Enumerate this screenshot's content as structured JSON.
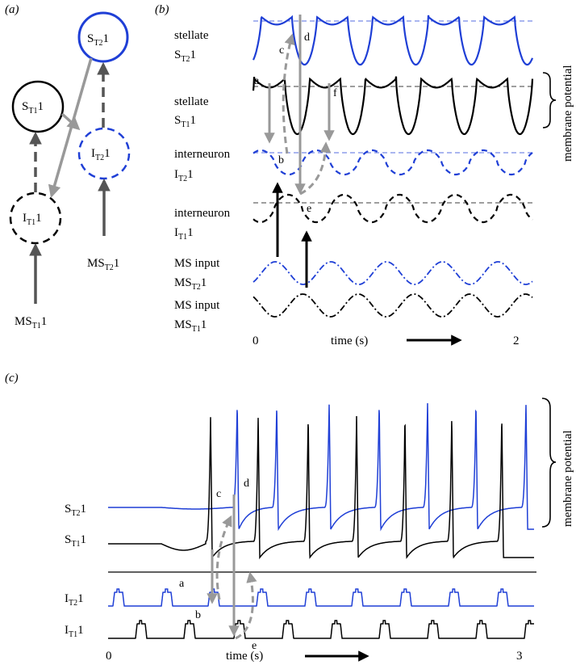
{
  "panel_a": {
    "label": "(a)",
    "nodes": [
      {
        "id": "ST2",
        "base": "S",
        "sub": "T2",
        "suffix": "1",
        "color": "#1f3fd6",
        "dashed": false
      },
      {
        "id": "ST1",
        "base": "S",
        "sub": "T1",
        "suffix": "1",
        "color": "#000000",
        "dashed": false
      },
      {
        "id": "IT2",
        "base": "I",
        "sub": "T2",
        "suffix": "1",
        "color": "#1f3fd6",
        "dashed": true
      },
      {
        "id": "IT1",
        "base": "I",
        "sub": "T1",
        "suffix": "1",
        "color": "#000000",
        "dashed": true
      }
    ],
    "inputs": [
      {
        "id": "MST2",
        "base": "MS",
        "sub": "T2",
        "suffix": "1"
      },
      {
        "id": "MST1",
        "base": "MS",
        "sub": "T1",
        "suffix": "1"
      }
    ]
  },
  "panel_b": {
    "label": "(b)",
    "rows": [
      {
        "line1": "stellate",
        "base": "S",
        "sub": "T2",
        "suffix": "1"
      },
      {
        "line1": "stellate",
        "base": "S",
        "sub": "T1",
        "suffix": "1"
      },
      {
        "line1": "interneuron",
        "base": "I",
        "sub": "T2",
        "suffix": "1"
      },
      {
        "line1": "interneuron",
        "base": "I",
        "sub": "T1",
        "suffix": "1"
      },
      {
        "line1": "MS input",
        "base": "MS",
        "sub": "T2",
        "suffix": "1"
      },
      {
        "line1": "MS input",
        "base": "MS",
        "sub": "T1",
        "suffix": "1"
      }
    ],
    "annotations": [
      "a",
      "b",
      "c",
      "d",
      "e",
      "f"
    ],
    "x_start": "0",
    "x_end": "2",
    "xlabel": "time (s)",
    "bracket_label": "membrane potential"
  },
  "panel_c": {
    "label": "(c)",
    "rows": [
      {
        "base": "S",
        "sub": "T2",
        "suffix": "1"
      },
      {
        "base": "S",
        "sub": "T1",
        "suffix": "1"
      },
      {
        "base": "I",
        "sub": "T2",
        "suffix": "1"
      },
      {
        "base": "I",
        "sub": "T1",
        "suffix": "1"
      }
    ],
    "annotations": [
      "a",
      "b",
      "c",
      "d",
      "e"
    ],
    "x_start": "0",
    "x_end": "3",
    "xlabel": "time (s)",
    "bracket_label": "membrane potential"
  },
  "colors": {
    "t2": "#1f3fd6",
    "t1": "#000000",
    "gray_arrow": "#999999",
    "dark_arrow": "#555555"
  }
}
